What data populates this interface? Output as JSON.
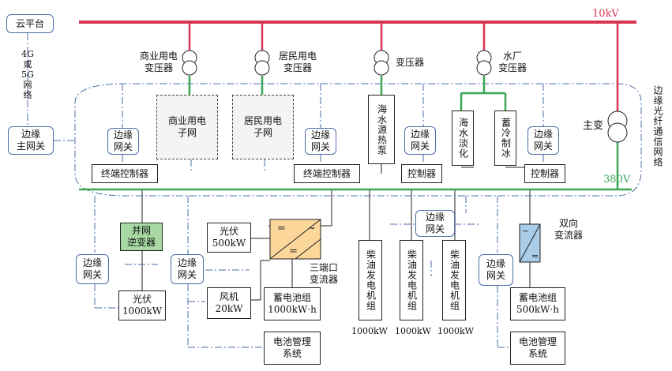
{
  "top": {
    "cloud": "云平台",
    "network": "4G\n或\n5G\n网\n络",
    "main_gateway": "边缘\n主网关"
  },
  "buses": {
    "hv": "10kV",
    "lv": "380V"
  },
  "right": {
    "fiber": "边缘光纤通信网络",
    "main_transformer": "主变"
  },
  "transformers": {
    "commercial": "商业用电\n变压器",
    "residential": "居民用电\n变压器",
    "generic": "变压器",
    "water": "水厂\n变压器"
  },
  "gateway_label": "边缘\n网关",
  "upper": {
    "commercial_grid": "商业用电\n子网",
    "residential_grid": "居民用电\n子网",
    "seawater": "海水源热泵",
    "desal": "海水淡化",
    "cold": "蓄冷制冰",
    "terminal_controller": "终端控制器",
    "controller": "控制器"
  },
  "lower": {
    "inverter": "并网\n逆变器",
    "pv1": "光伏\n1000kW",
    "pv2": "光伏\n500kW",
    "wind": "风机\n20kW",
    "battery1": "蓄电池组\n1000kW·h",
    "bms": "电池管理\n系统",
    "three_port": "三端口\n变流器",
    "diesel": "柴油发电机组",
    "diesel_rating": "1000kW",
    "bidirectional": "双向\n变流器",
    "battery2": "蓄电池组\n500kW·h"
  },
  "colors": {
    "hv": "#d9364f",
    "lv": "#3aa656",
    "comm": "#4a6ea8"
  }
}
